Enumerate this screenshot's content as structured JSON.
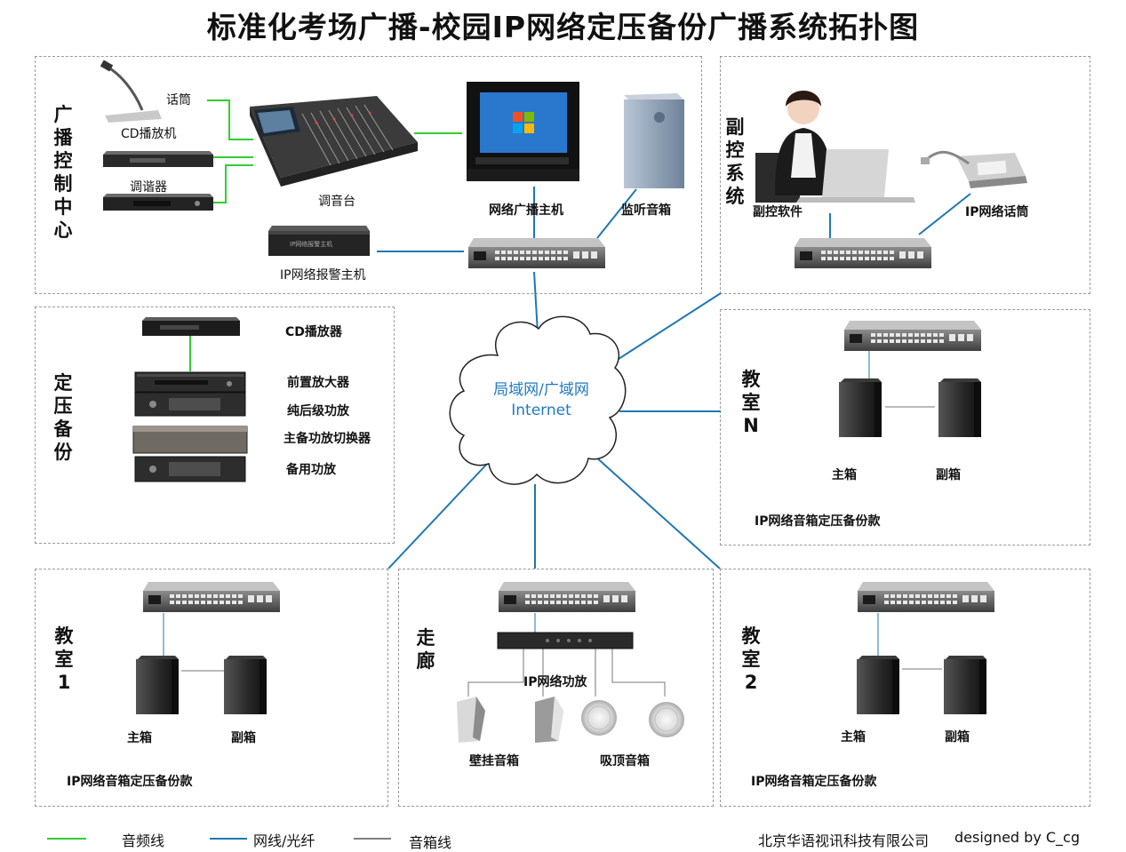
{
  "title": "标准化考场广播-校园IP网络定压备份广播系统拓扑图",
  "colors": {
    "audio": "#33cc33",
    "network": "#1f77b4",
    "speaker": "#555555",
    "cloud_text": "#1f7ac2"
  },
  "control_center": {
    "label": "广播控制中心",
    "mic": "话筒",
    "cd_player": "CD播放机",
    "tuner": "调谐器",
    "mixer": "调音台",
    "host": "网络广播主机",
    "monitor_speaker": "监听音箱",
    "alarm_host": "IP网络报警主机",
    "alarm_host_face": "IP网络报警主机"
  },
  "backup_control": {
    "label": "副控系统",
    "software": "副控软件",
    "ip_mic": "IP网络话筒"
  },
  "constant_backup": {
    "label": "定压备份",
    "items": [
      "CD播放器",
      "前置放大器",
      "纯后级功放",
      "主备功放切换器",
      "备用功放"
    ]
  },
  "cloud": {
    "line1": "局域网/广域网",
    "line2": "Internet"
  },
  "classroom_n": {
    "label": "教室N",
    "main": "主箱",
    "sub": "副箱",
    "note": "IP网络音箱定压备份款"
  },
  "classroom_1": {
    "label": "教室1",
    "main": "主箱",
    "sub": "副箱",
    "note": "IP网络音箱定压备份款"
  },
  "corridor": {
    "label": "走廊",
    "amp": "IP网络功放",
    "wall": "壁挂音箱",
    "ceiling": "吸顶音箱"
  },
  "classroom_2": {
    "label": "教室2",
    "main": "主箱",
    "sub": "副箱",
    "note": "IP网络音箱定压备份款"
  },
  "legend": {
    "audio": "音频线",
    "network": "网线/光纤",
    "speaker": "音箱线"
  },
  "credit": {
    "company": "北京华语视讯科技有限公司",
    "designer": "designed by C_cg"
  }
}
